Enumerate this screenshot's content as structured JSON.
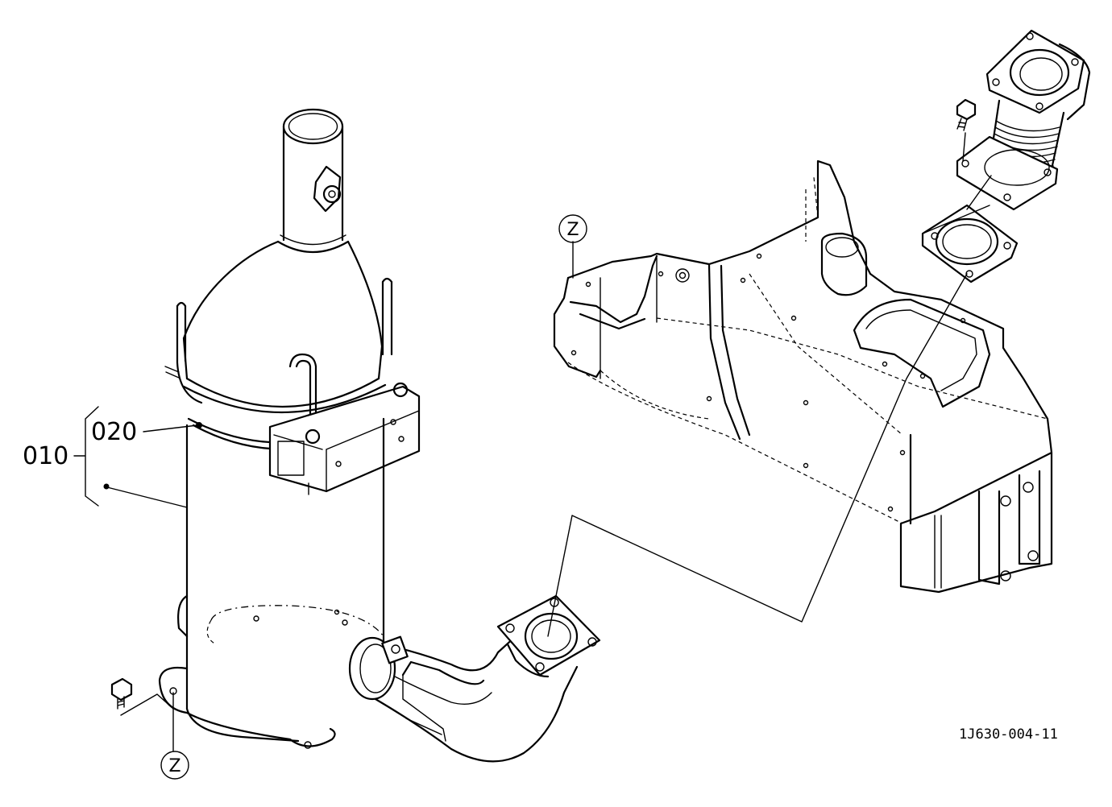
{
  "callouts": {
    "assembly": "010",
    "sub_part": "020",
    "ref_z_left": "Z",
    "ref_z_right": "Z"
  },
  "figure_code": "1J630-004-11"
}
